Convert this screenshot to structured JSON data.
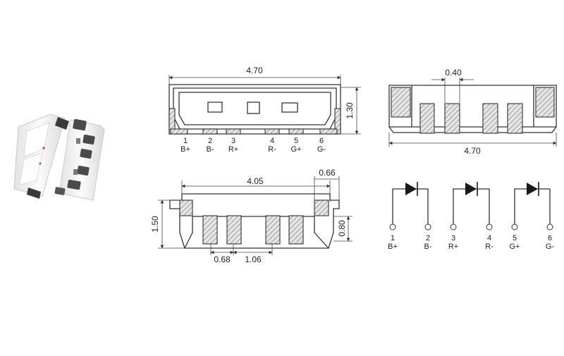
{
  "dimensions": {
    "front_width": "4.70",
    "front_height": "1.30",
    "bottom_pad_width": "0.40",
    "bottom_total_width": "4.70",
    "side_width": "4.05",
    "side_end_width": "0.66",
    "side_height": "1.50",
    "side_pad_height": "0.80",
    "side_pad_width": "0.68",
    "side_pad_pitch": "1.06"
  },
  "front_pins": [
    {
      "number": "1",
      "label": "B+"
    },
    {
      "number": "2",
      "label": "B-"
    },
    {
      "number": "3",
      "label": "R+"
    },
    {
      "number": "4",
      "label": "R-"
    },
    {
      "number": "5",
      "label": "G+"
    },
    {
      "number": "6",
      "label": "G-"
    }
  ],
  "schematic": {
    "diodes": [
      {
        "anode": {
          "number": "1",
          "label": "B+"
        },
        "cathode": {
          "number": "2",
          "label": "B-"
        }
      },
      {
        "anode": {
          "number": "3",
          "label": "R+"
        },
        "cathode": {
          "number": "4",
          "label": "R-"
        }
      },
      {
        "anode": {
          "number": "5",
          "label": "G+"
        },
        "cathode": {
          "number": "6",
          "label": "G-"
        }
      }
    ]
  },
  "colors": {
    "line": "#333333",
    "hatch": "#999999",
    "photo_body": "#f3f3f3",
    "photo_metal": "#4a4a4a"
  }
}
